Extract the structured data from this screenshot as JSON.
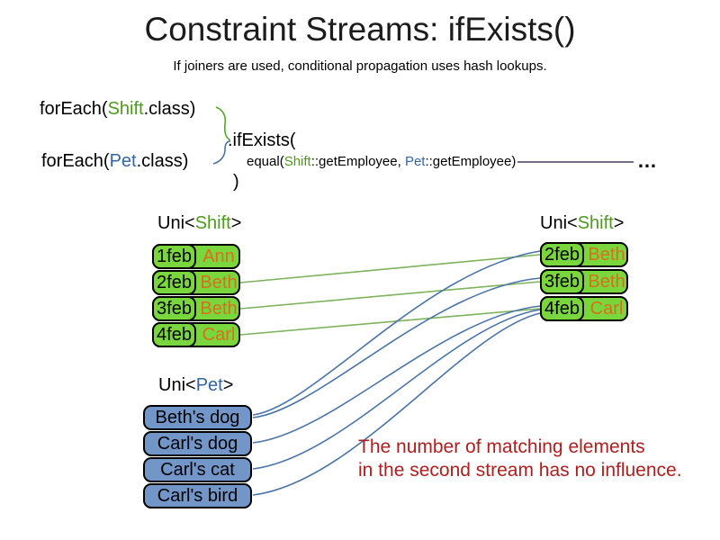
{
  "title": "Constraint Streams: ifExists()",
  "subtitle": "If joiners are used, conditional propagation uses hash lookups.",
  "code": {
    "line1": {
      "prefix": "forEach(",
      "class_name": "Shift",
      "suffix": ".class)"
    },
    "line2": {
      "prefix": "forEach(",
      "class_name": "Pet",
      "suffix": ".class)"
    },
    "if_exists": ".ifExists(",
    "joiner": {
      "prefix": "equal(",
      "shift": "Shift",
      "mid": "::getEmployee, ",
      "pet": "Pet",
      "suffix": "::getEmployee)"
    },
    "close_paren": ")",
    "ellipsis": "…"
  },
  "left_shift_table": {
    "label": {
      "prefix": "Uni<",
      "type": "Shift",
      "suffix": ">"
    },
    "rows": [
      {
        "date": "1feb",
        "name": "Ann"
      },
      {
        "date": "2feb",
        "name": "Beth"
      },
      {
        "date": "3feb",
        "name": "Beth"
      },
      {
        "date": "4feb",
        "name": "Carl"
      }
    ]
  },
  "right_shift_table": {
    "label": {
      "prefix": "Uni<",
      "type": "Shift",
      "suffix": ">"
    },
    "rows": [
      {
        "date": "2feb",
        "name": "Beth"
      },
      {
        "date": "3feb",
        "name": "Beth"
      },
      {
        "date": "4feb",
        "name": "Carl"
      }
    ]
  },
  "pet_list": {
    "label": {
      "prefix": "Uni<",
      "type": "Pet",
      "suffix": ">"
    },
    "items": [
      "Beth's dog",
      "Carl's dog",
      "Carl's cat",
      "Carl's bird"
    ]
  },
  "note": {
    "line1": "The number of matching elements",
    "line2": "in the second stream has no influence."
  },
  "colors": {
    "shift_box_green": "#79d63c",
    "type_green": "#4e9a1e",
    "name_orange": "#d96f1c",
    "type_blue": "#3465a4",
    "pet_box_blue": "#7296c8",
    "green_line": "#7cb35b",
    "blue_line": "#4a74a8",
    "note_red": "#b01e1e",
    "joiner_rule_purple": "#7a6b85"
  }
}
